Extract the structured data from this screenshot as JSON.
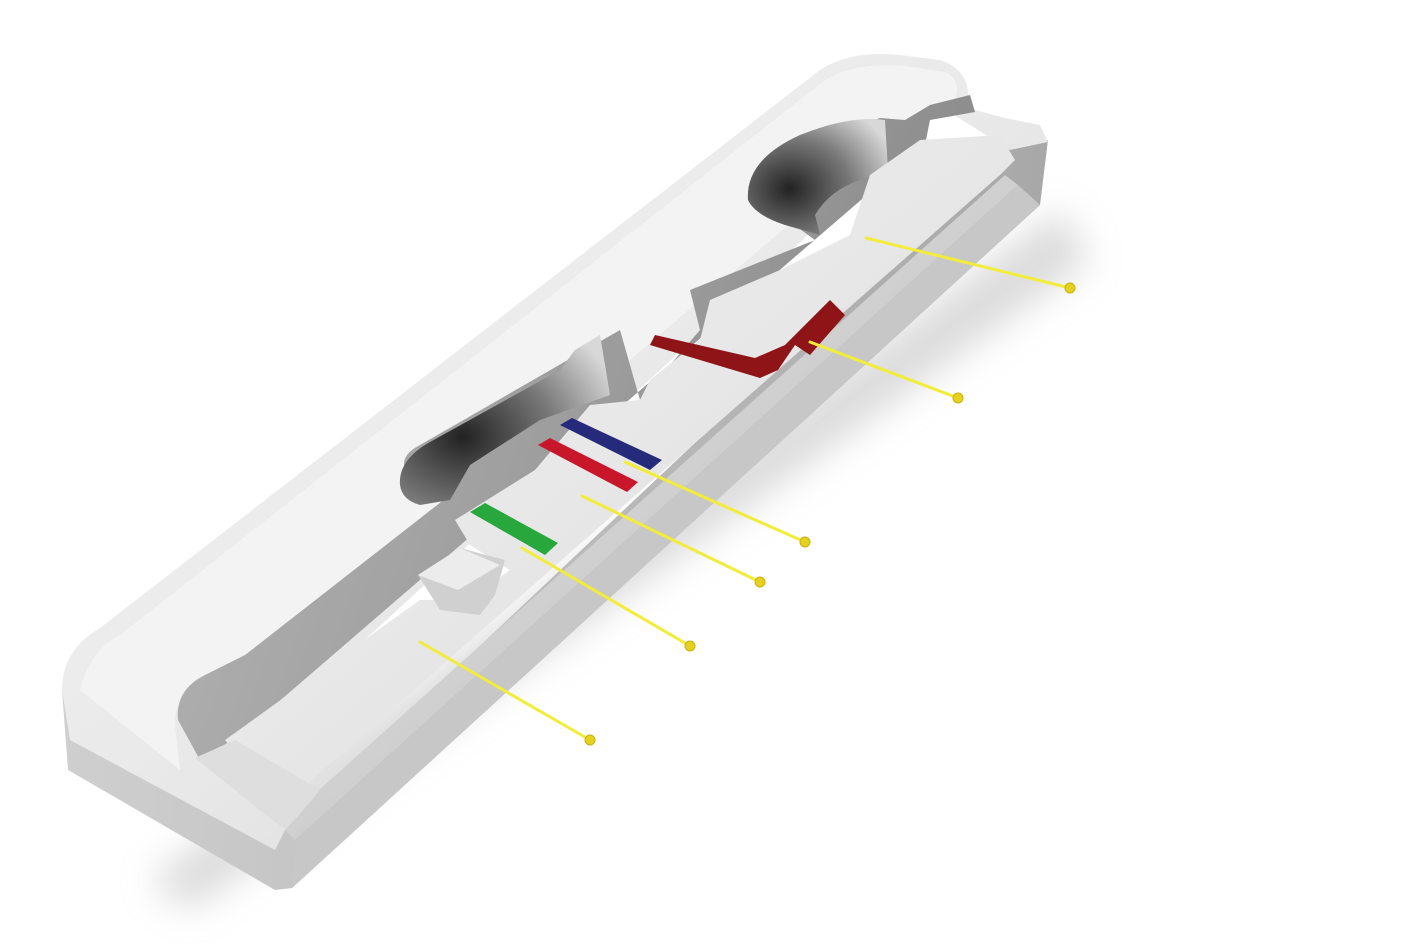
{
  "colors": {
    "background": "#ffffff",
    "housing_light": "#efefef",
    "housing_mid": "#d9d9d9",
    "housing_dark": "#9a9a9a",
    "well_shadow": "#2f2f2f",
    "leader_line": "#f2ec3a",
    "leader_dot": "#e6d020",
    "band_green": "#28a73c",
    "band_red": "#c8162a",
    "band_navy": "#262a7a",
    "pad_dark_red": "#8e1418"
  },
  "bands": [
    {
      "name": "control-line",
      "color_key": "band_navy"
    },
    {
      "name": "test-line",
      "color_key": "band_red"
    },
    {
      "name": "conjugate-band",
      "color_key": "band_green"
    },
    {
      "name": "absorbent-pad",
      "color_key": "pad_dark_red"
    }
  ],
  "callouts": [
    {
      "id": "sample-well",
      "icon": "pin-dot-icon"
    },
    {
      "id": "absorbent-pad",
      "icon": "pin-dot-icon"
    },
    {
      "id": "control-line",
      "icon": "pin-dot-icon"
    },
    {
      "id": "test-line",
      "icon": "pin-dot-icon"
    },
    {
      "id": "conjugate-pad",
      "icon": "pin-dot-icon"
    },
    {
      "id": "sample-pad",
      "icon": "pin-dot-icon"
    }
  ]
}
